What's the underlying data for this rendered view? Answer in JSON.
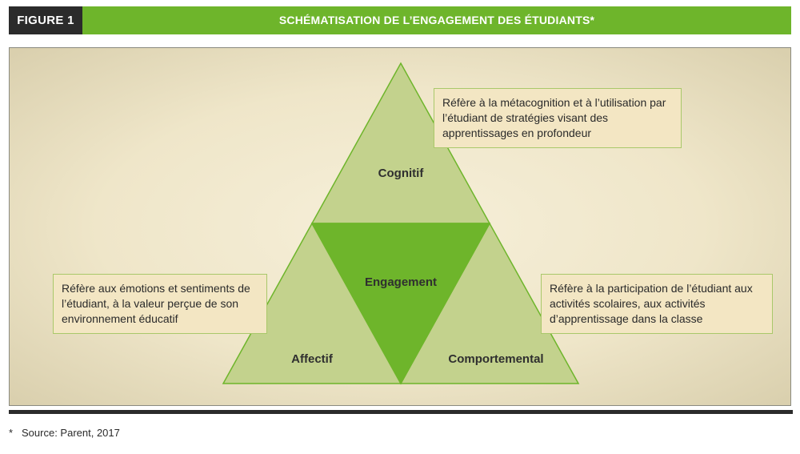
{
  "header": {
    "figure_label": "FIGURE 1",
    "title": "SCHÉMATISATION DE L’ENGAGEMENT DES ÉTUDIANTS*"
  },
  "diagram": {
    "center_label": "Engagement",
    "top_label": "Cognitif",
    "left_label": "Affectif",
    "right_label": "Comportemental",
    "callouts": {
      "cognitive": "Réfère à la métacognition et à l’utilisation par l’étudiant de stratégies visant des apprentissages en profondeur",
      "affective": "Réfère aux émotions et sentiments de l’étudiant, à la valeur perçue de son environnement éducatif",
      "behavioral": "Réfère à la participation de l’étudiant aux activités scolaires, aux activités d’apprentissage dans la classe"
    },
    "colors": {
      "outer_fill": "#c3d28d",
      "outer_stroke": "#6eb52b",
      "center_fill": "#6eb52b",
      "callout_fill": "#f3e6c3",
      "header_green": "#6eb52b",
      "header_dark": "#2b2b2b"
    }
  },
  "footer": {
    "marker": "*",
    "source": "Source: Parent, 2017"
  }
}
